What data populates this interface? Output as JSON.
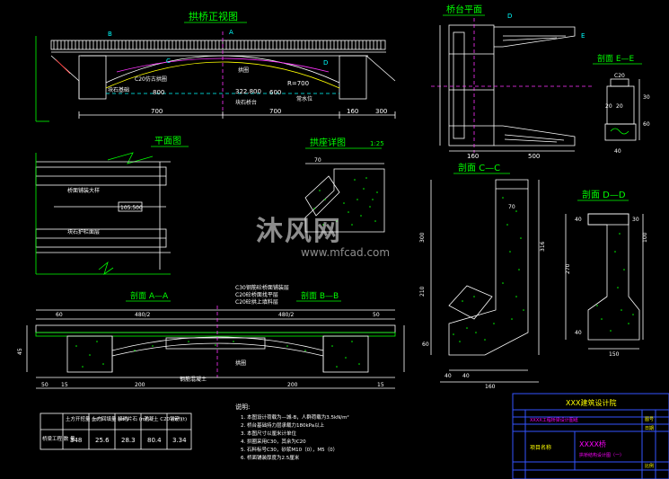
{
  "titles": {
    "front_view": "拱桥正视图",
    "abutment_plan": "桥台平面",
    "section_ee": "剖面 E—E",
    "plan_view": "平面图",
    "arch_seat_detail": "拱座详图",
    "arch_seat_scale": "1:25",
    "section_cc": "剖面 C—C",
    "section_dd": "剖面 D—D",
    "section_aa": "剖面 A—A",
    "section_bb": "剖面 B—B"
  },
  "front_labels": {
    "span_l": "700",
    "span_r": "700",
    "span_right_end": "300",
    "span_side": "160",
    "span_mid": "800",
    "span_mid2": "600",
    "rise": "R=700",
    "lbl_a": "A",
    "lbl_b": "B",
    "lbl_c": "C",
    "lbl_d": "D",
    "note_c20": "C20仿古拱圈",
    "note_base": "块石基础",
    "note_arch": "拱圈",
    "note_abut": "块石桥台",
    "note_water": "常水位",
    "elev": "322.800"
  },
  "plan_labels": {
    "length": "105.500",
    "note1": "桥面铺装大样",
    "note2": "块石护栏面层"
  },
  "section_aa_labels": {
    "half1": "480/2",
    "half2": "480/2",
    "w1": "60",
    "w2": "50",
    "d1": "200",
    "d2": "200",
    "d3": "50",
    "d4": "15",
    "d5": "15",
    "note_arch": "拱圈",
    "note_base": "钢筋混凝土",
    "note_c30": "C30钢筋砼桥面铺装层",
    "note_c20": "C20砼桥面找平层",
    "note_fill": "C20砼拱上填料层"
  },
  "section_cc_labels": {
    "h1": "300",
    "h2": "210",
    "w1": "40",
    "w2": "40",
    "w3": "160",
    "h3": "60",
    "top": "70",
    "side": "316"
  },
  "section_dd_labels": {
    "h1": "100",
    "h2": "270",
    "w1": "40",
    "w2": "30",
    "bot": "150",
    "side": "40"
  },
  "section_ee_labels": {
    "top": "C20",
    "w1": "20",
    "w2": "20",
    "w3": "40",
    "h1": "30",
    "h2": "60"
  },
  "abutment_plan_labels": {
    "w1": "160",
    "w2": "500",
    "lbl_d": "D",
    "lbl_e": "E"
  },
  "notes": {
    "heading": "说明:",
    "items": [
      "1. 本图设计荷载为—城-B，人群荷载为3.5kN/m²",
      "2. 桥台基础持力层承载力180kPa以上",
      "3. 本图尺寸以厘米计单位",
      "4. 拱圈采用C30，其余为C20",
      "5. 石料标号C30，砂浆M10（0），M5（0）",
      "6. 桥面铺装厚度为2.5厘米"
    ]
  },
  "quantity_table": {
    "headers": [
      "土方开挖量\n(m³)",
      "土方回填量\n(m³)",
      "浆砌片石\n(m³)",
      "混凝土\nC20 (m³)",
      "钢筋\n(t)"
    ],
    "row_label": "桥梁工程\n数  量",
    "values": [
      "348",
      "25.6",
      "28.3",
      "80.4",
      "3.34"
    ]
  },
  "title_block": {
    "company": "XXX建筑设计院",
    "project_small": "XXXX工程桥梁设计图纸",
    "drawing_name": "XXXX桥",
    "drawing_sub": "拱桥结构设计图（一）",
    "label_project": "项目名称",
    "label_sheet": "图号",
    "label_date": "日期",
    "date_value": "",
    "scale": "比例"
  }
}
